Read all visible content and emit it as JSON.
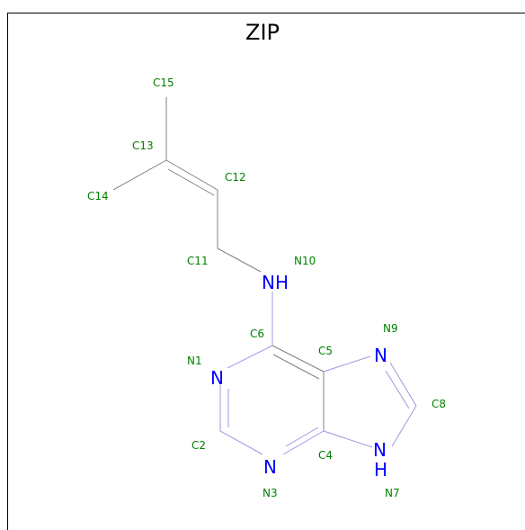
{
  "title": "ZIP",
  "colors": {
    "label": "#008000",
    "nitrogen": "#0000ff",
    "carbon_bond": "#808080",
    "nitrogen_bond": "#9999e6"
  },
  "atom_symbols": {
    "n10": "NH",
    "n9": "N",
    "n1": "N",
    "n3": "N",
    "n7_n": "N",
    "n7_h": "H"
  },
  "atom_labels": {
    "c15": "C15",
    "c13": "C13",
    "c12": "C12",
    "c14": "C14",
    "c11": "C11",
    "n10": "N10",
    "c6": "C6",
    "n9": "N9",
    "c5": "C5",
    "n1": "N1",
    "c8": "C8",
    "c2": "C2",
    "c4": "C4",
    "n3": "N3",
    "n7": "N7"
  }
}
